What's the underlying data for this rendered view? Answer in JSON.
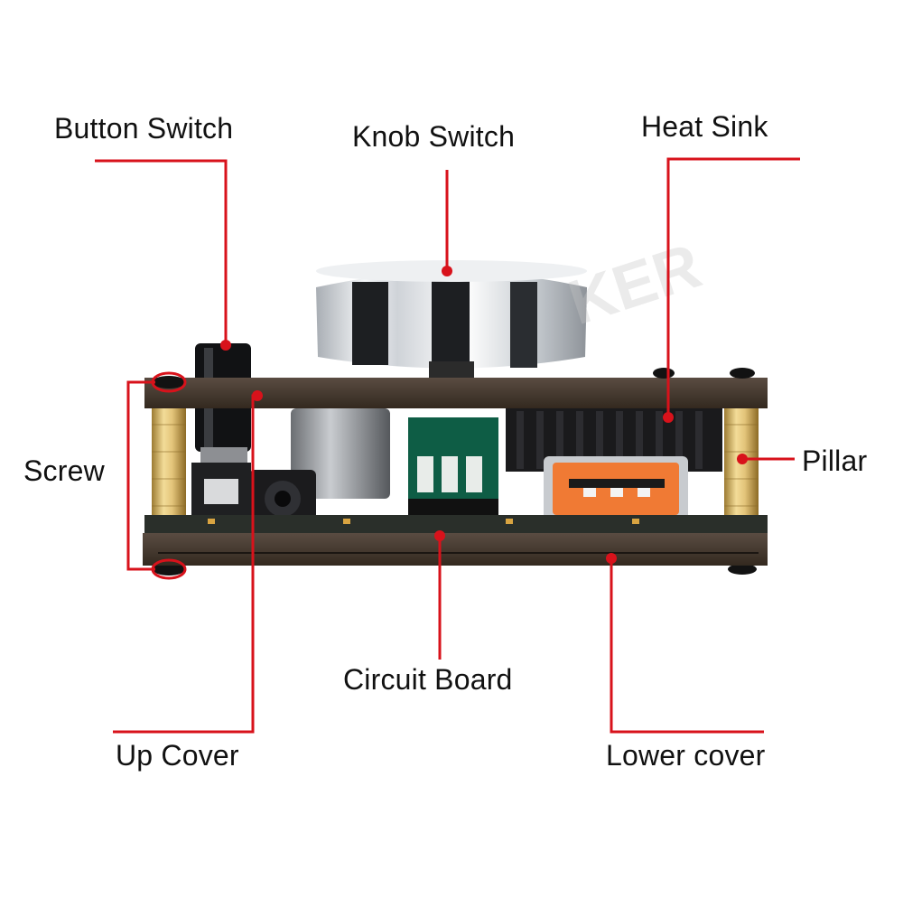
{
  "labels": {
    "button_switch": "Button Switch",
    "knob_switch": "Knob Switch",
    "heat_sink": "Heat Sink",
    "screw": "Screw",
    "pillar": "Pillar",
    "circuit_board": "Circuit Board",
    "up_cover": "Up Cover",
    "lower_cover": "Lower cover"
  },
  "watermark": "KER",
  "colors": {
    "callout": "#d8121b",
    "text": "#111111",
    "board_cover": "#3f352e",
    "knob_metal": "#d9dde1",
    "usb_port": "#f07a34",
    "pillar_brass": "#d9b66a",
    "heatsink": "#1c1c1e",
    "pcb": "#2a2f2a",
    "connector_green": "#0e5d45"
  }
}
